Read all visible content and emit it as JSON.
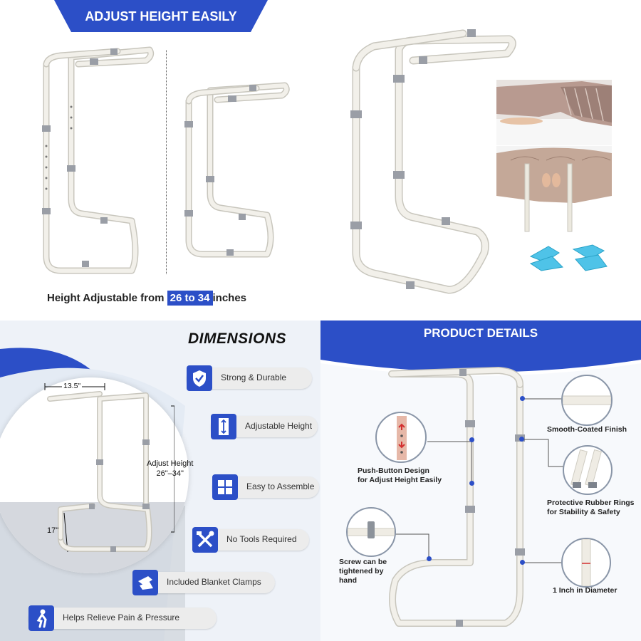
{
  "panel1": {
    "banner": "ADJUST HEIGHT EASILY",
    "caption_pre": "Height Adjustable from",
    "caption_highlight": "26 to 34",
    "caption_post": "inches"
  },
  "panel3": {
    "title": "DIMENSIONS",
    "width_label": "13.5\"",
    "height_label_line1": "Adjust Height",
    "height_label_line2": "26\"–34\"",
    "depth_label": "17\"",
    "features": [
      {
        "label": "Strong & Durable",
        "icon": "shield-check-icon"
      },
      {
        "label": "Adjustable Height",
        "icon": "height-ruler-icon"
      },
      {
        "label": "Easy to Assemble",
        "icon": "puzzle-icon"
      },
      {
        "label": "No Tools Required",
        "icon": "tools-crossed-icon"
      },
      {
        "label": "Included Blanket Clamps",
        "icon": "clamp-icon"
      },
      {
        "label": "Helps Relieve Pain & Pressure",
        "icon": "person-pain-icon"
      }
    ]
  },
  "panel4": {
    "banner": "PRODUCT DETAILS",
    "details": {
      "smooth": "Smooth-Coated Finish",
      "push_l1": "Push-Button Design",
      "push_l2": "for Adjust Height Easily",
      "rings_l1": "Protective Rubber Rings",
      "rings_l2": "for Stability & Safety",
      "screw_l1": "Screw can be",
      "screw_l2": "tightened by",
      "screw_l3": "hand",
      "diameter": "1 Inch in Diameter"
    }
  },
  "colors": {
    "accent": "#2c4fc7",
    "frame": "#f2f0ea",
    "frame_edge": "#c8c6bd",
    "ring": "#9a9ea6"
  }
}
